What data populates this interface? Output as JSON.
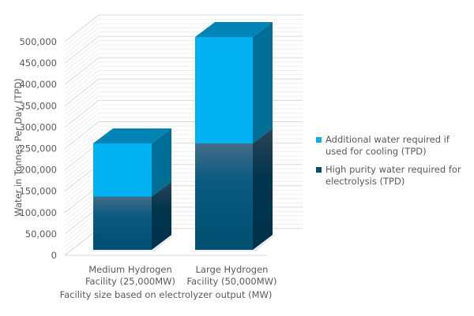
{
  "chart_data": {
    "type": "bar",
    "stacked": true,
    "three_d": true,
    "categories": [
      [
        "Medium Hydrogen",
        "Facility (25,000MW)"
      ],
      [
        "Large Hydrogen",
        "Facility (50,000MW)"
      ]
    ],
    "series": [
      {
        "name": "High purity water required for electrolysis (TPD)",
        "values": [
          125000,
          250000
        ],
        "color": "#004f72"
      },
      {
        "name": "Additional water required if used for cooling (TPD)",
        "values": [
          125000,
          250000
        ],
        "color": "#00b0f0"
      }
    ],
    "legend_order": [
      1,
      0
    ],
    "xlabel": "Facility size based on electrolyzer output (MW)",
    "ylabel": "Water in Tonnes Per Day (TPD)",
    "ylim": [
      0,
      500000
    ],
    "yticks": [
      "0",
      "50,000",
      "100,000",
      "150,000",
      "200,000",
      "250,000",
      "300,000",
      "350,000",
      "400,000",
      "450,000",
      "500,000"
    ],
    "grid": true,
    "legend_position": "right"
  }
}
